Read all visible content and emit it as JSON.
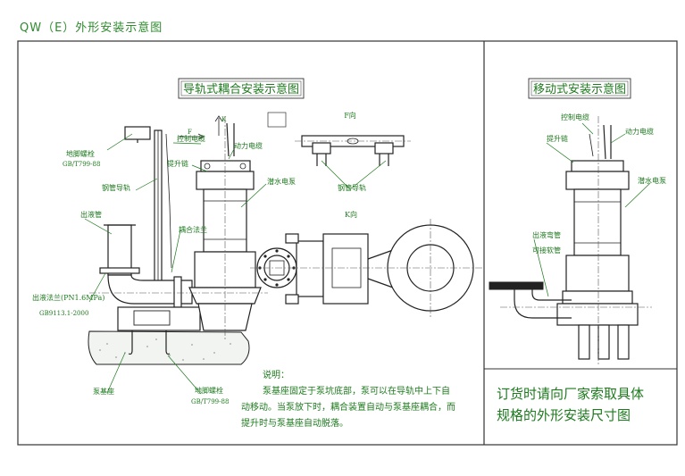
{
  "page_title": "QW（E）外形安装示意图",
  "left_panel": {
    "title": "导轨式耦合安装示意图",
    "labels": {
      "anchor_bolt_top": "地脚螺栓",
      "anchor_bolt_top_std": "GB/T799-88",
      "control_cable": "控制电缆",
      "power_cable": "动力电缆",
      "lift_chain": "提升链",
      "steel_guide_rail": "钢管导轨",
      "submersible_pump": "潜水电泵",
      "outlet_pipe": "出液管",
      "coupling_flange": "耦合法兰",
      "outlet_flange": "出液法兰(PN1.6MPa)",
      "outlet_flange_std": "GB9113.1-2000",
      "pump_base": "泵基座",
      "anchor_bolt_bottom": "地脚螺栓",
      "anchor_bolt_bottom_std": "GB/T799-88",
      "view_k_marker": "K",
      "view_f_marker": "F",
      "view_f_title": "F向",
      "view_f_guide": "钢管导轨",
      "view_k_title": "K向"
    },
    "notes": {
      "heading": "说明：",
      "line1": "泵基座固定于泵坑底部，泵可以在导轨中上下自",
      "line2": "动移动。当泵放下时，耦合装置自动与泵基座耦合，而",
      "line3": "提升时与泵基座自动脱落。"
    }
  },
  "right_panel": {
    "title": "移动式安装示意图",
    "labels": {
      "control_cable": "控制电缆",
      "power_cable": "动力电缆",
      "lift_chain": "提升链",
      "submersible_pump": "潜水电泵",
      "outlet_elbow": "出液弯管",
      "hose_connector": "可接软管"
    },
    "order_note": {
      "line1": "订货时请向厂家索取具体",
      "line2": "规格的外形安装尺寸图"
    }
  },
  "colors": {
    "text_green": "#1e7a1e",
    "line_dark": "#222222"
  }
}
